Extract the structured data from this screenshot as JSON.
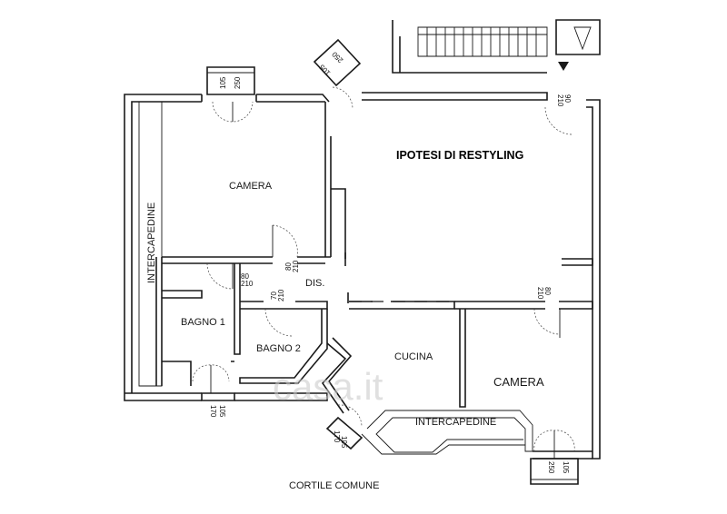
{
  "title": "IPOTESI DI RESTYLING",
  "rooms": {
    "camera_top": "CAMERA",
    "camera_bottom": "CAMERA",
    "dis": "DIS.",
    "bagno1": "BAGNO 1",
    "bagno2": "BAGNO 2",
    "cucina": "CUCINA",
    "intercapedine_left": "INTERCAPEDINE",
    "intercapedine_bottom": "INTERCAPEDINE",
    "cortile": "CORTILE COMUNE"
  },
  "dims": {
    "top_window_a": "105",
    "top_window_b": "250",
    "diag_window_a": "105",
    "diag_window_b": "250",
    "door_tr_a": "90",
    "door_tr_b": "210",
    "door_camera_a": "80",
    "door_camera_b": "210",
    "door_bagno1_a": "80",
    "door_bagno1_b": "210",
    "door_bagno2_a": "70",
    "door_bagno2_b": "210",
    "door_right_a": "80",
    "door_right_b": "210",
    "win_bagno1_a": "105",
    "win_bagno1_b": "170",
    "win_cucina_a": "170",
    "win_cucina_b": "105",
    "win_br_a": "250",
    "win_br_b": "105"
  },
  "watermark": "casa.it"
}
